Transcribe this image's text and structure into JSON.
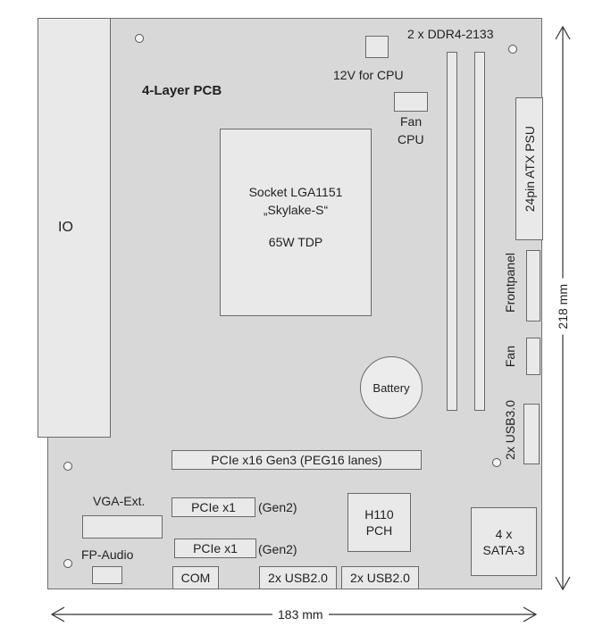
{
  "labels": {
    "io": "IO",
    "pcb": "4-Layer PCB",
    "ddr": "2 x DDR4-2133",
    "cpu_power": "12V for CPU",
    "fan_cpu_line1": "Fan",
    "fan_cpu_line2": "CPU",
    "socket_line1": "Socket LGA1151",
    "socket_line2": "„Skylake-S“",
    "socket_line3": "65W TDP",
    "atx": "24pin ATX PSU",
    "frontpanel": "Frontpanel",
    "fan": "Fan",
    "usb3": "2x USB3.0",
    "battery": "Battery",
    "pcie16": "PCIe x16 Gen3 (PEG16 lanes)",
    "vga": "VGA-Ext.",
    "pcie1a": "PCIe x1",
    "gen2a": "(Gen2)",
    "pcie1b": "PCIe x1",
    "gen2b": "(Gen2)",
    "pch_line1": "H110",
    "pch_line2": "PCH",
    "sata_line1": "4 x",
    "sata_line2": "SATA-3",
    "fp_audio": "FP-Audio",
    "com": "COM",
    "usb2a": "2x USB2.0",
    "usb2b": "2x USB2.0",
    "width_dim": "183 mm",
    "height_dim": "218 mm"
  }
}
